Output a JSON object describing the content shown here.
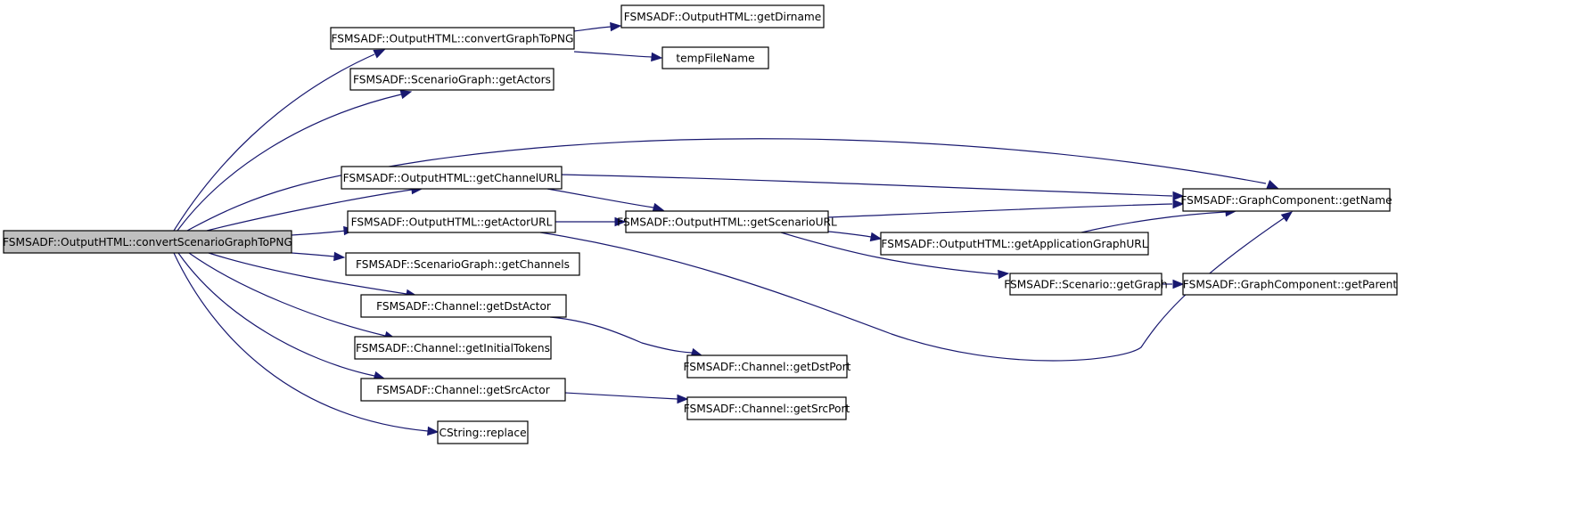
{
  "diagram": {
    "type": "call-graph",
    "edge_color": "#191970",
    "root_fill": "#bfbfbf",
    "node_fill": "#ffffff",
    "nodes": [
      {
        "id": "root",
        "label": "FSMSADF::OutputHTML::convertScenarioGraphToPNG",
        "root": true
      },
      {
        "id": "convertGraphToPNG",
        "label": "FSMSADF::OutputHTML::convertGraphToPNG"
      },
      {
        "id": "getDirname",
        "label": "FSMSADF::OutputHTML::getDirname"
      },
      {
        "id": "tempFileName",
        "label": "tempFileName"
      },
      {
        "id": "getActors",
        "label": "FSMSADF::ScenarioGraph::getActors"
      },
      {
        "id": "getName",
        "label": "FSMSADF::GraphComponent::getName"
      },
      {
        "id": "getChannelURL",
        "label": "FSMSADF::OutputHTML::getChannelURL"
      },
      {
        "id": "getActorURL",
        "label": "FSMSADF::OutputHTML::getActorURL"
      },
      {
        "id": "getScenarioURL",
        "label": "FSMSADF::OutputHTML::getScenarioURL"
      },
      {
        "id": "getApplicationGraphURL",
        "label": "FSMSADF::OutputHTML::getApplicationGraphURL"
      },
      {
        "id": "getChannels",
        "label": "FSMSADF::ScenarioGraph::getChannels"
      },
      {
        "id": "getGraph",
        "label": "FSMSADF::Scenario::getGraph"
      },
      {
        "id": "getParent",
        "label": "FSMSADF::GraphComponent::getParent"
      },
      {
        "id": "getDstActor",
        "label": "FSMSADF::Channel::getDstActor"
      },
      {
        "id": "getInitialTokens",
        "label": "FSMSADF::Channel::getInitialTokens"
      },
      {
        "id": "getDstPort",
        "label": "FSMSADF::Channel::getDstPort"
      },
      {
        "id": "getSrcActor",
        "label": "FSMSADF::Channel::getSrcActor"
      },
      {
        "id": "getSrcPort",
        "label": "FSMSADF::Channel::getSrcPort"
      },
      {
        "id": "replace",
        "label": "CString::replace"
      }
    ],
    "edges": [
      {
        "from": "root",
        "to": "convertGraphToPNG"
      },
      {
        "from": "root",
        "to": "getActors"
      },
      {
        "from": "root",
        "to": "getName"
      },
      {
        "from": "root",
        "to": "getChannelURL"
      },
      {
        "from": "root",
        "to": "getActorURL"
      },
      {
        "from": "root",
        "to": "getChannels"
      },
      {
        "from": "root",
        "to": "getDstActor"
      },
      {
        "from": "root",
        "to": "getInitialTokens"
      },
      {
        "from": "root",
        "to": "getSrcActor"
      },
      {
        "from": "root",
        "to": "replace"
      },
      {
        "from": "convertGraphToPNG",
        "to": "getDirname"
      },
      {
        "from": "convertGraphToPNG",
        "to": "tempFileName"
      },
      {
        "from": "getChannelURL",
        "to": "getName"
      },
      {
        "from": "getChannelURL",
        "to": "getScenarioURL"
      },
      {
        "from": "getActorURL",
        "to": "getScenarioURL"
      },
      {
        "from": "getActorURL",
        "to": "getName"
      },
      {
        "from": "getScenarioURL",
        "to": "getName"
      },
      {
        "from": "getScenarioURL",
        "to": "getApplicationGraphURL"
      },
      {
        "from": "getScenarioURL",
        "to": "getGraph"
      },
      {
        "from": "getApplicationGraphURL",
        "to": "getName"
      },
      {
        "from": "getGraph",
        "to": "getParent"
      },
      {
        "from": "getDstActor",
        "to": "getDstPort"
      },
      {
        "from": "getSrcActor",
        "to": "getSrcPort"
      }
    ]
  }
}
